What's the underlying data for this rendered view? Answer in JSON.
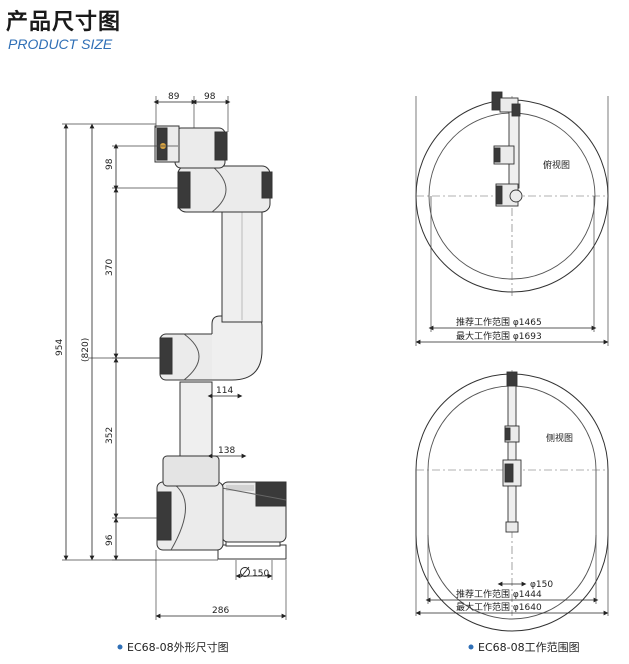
{
  "header": {
    "title_cn": "产品尺寸图",
    "title_en": "PRODUCT SIZE"
  },
  "left_figure": {
    "caption": "EC68-08外形尺寸图",
    "dims": {
      "top_left": "89",
      "top_right": "98",
      "v_98": "98",
      "v_370": "370",
      "v_820": "(820)",
      "v_954": "954",
      "v_352": "352",
      "v_96": "96",
      "h_114": "114",
      "h_138": "138",
      "base_dia": "150",
      "base_width": "286"
    }
  },
  "right_figure": {
    "caption": "EC68-08工作范围图",
    "top_view": {
      "label": "俯视图",
      "recommended": "推荐工作范围 φ1465",
      "maximum": "最大工作范围 φ1693"
    },
    "side_view": {
      "label": "侧视图",
      "base_dia": "φ150",
      "recommended": "推荐工作范围 φ1444",
      "maximum": "最大工作范围 φ1640"
    }
  },
  "colors": {
    "accent": "#2f6fb6",
    "robot_body": "#e9e9e9",
    "robot_dark": "#3a3a3a",
    "line": "#222222"
  }
}
